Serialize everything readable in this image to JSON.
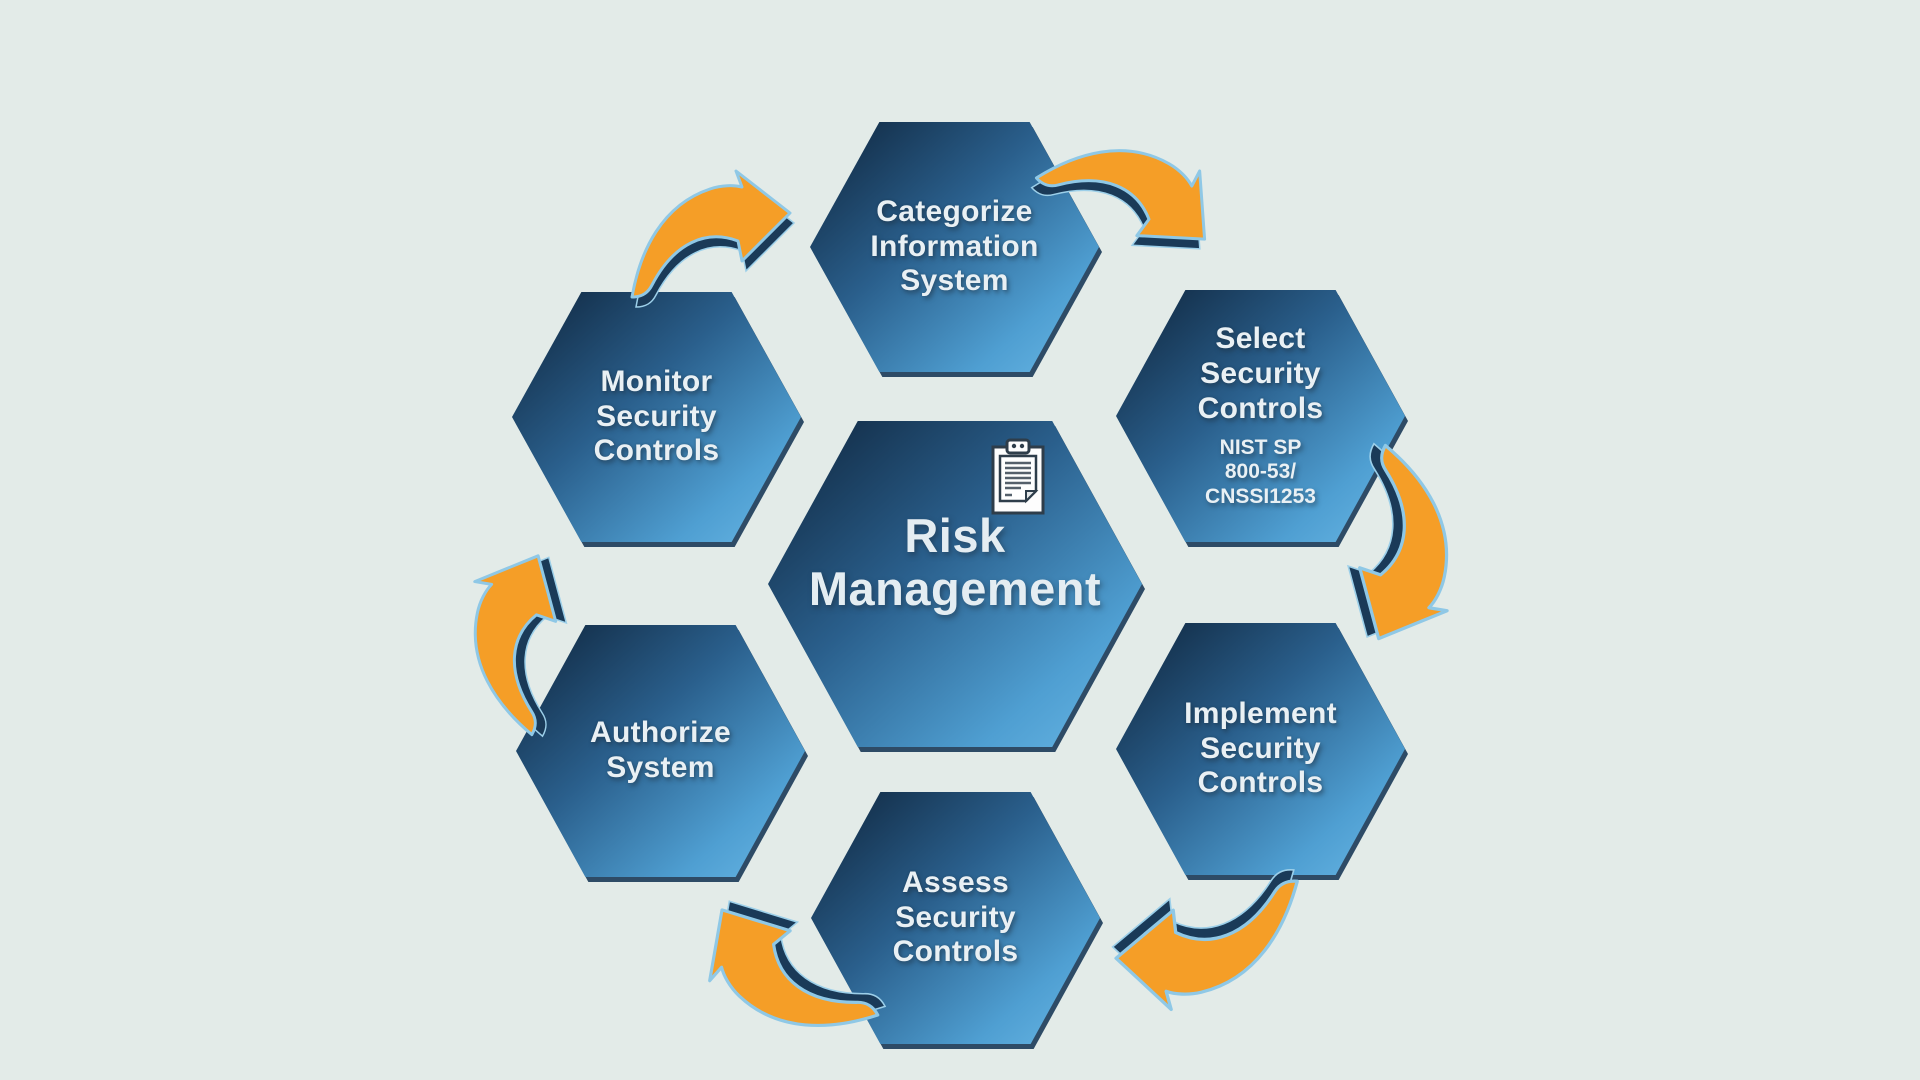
{
  "title": "Risk Management cycle diagram",
  "background_color": "#e3ebe8",
  "colors": {
    "hexagon_gradient_dark": "#122c46",
    "hexagon_gradient_light": "#6ab8e6",
    "arrow_orange": "#f59e27",
    "arrow_outline_blue": "#8fc8e6",
    "shadow_navy": "#1a3a58",
    "label_text": "#e9f0f4"
  },
  "hub": {
    "label": "Risk\nManagement",
    "icon": "clipboard-icon"
  },
  "steps": [
    {
      "id": "categorize",
      "label": "Categorize\nInformation\nSystem"
    },
    {
      "id": "select",
      "label": "Select\nSecurity\nControls",
      "sublabel": "NIST SP\n800-53/\nCNSSI1253"
    },
    {
      "id": "implement",
      "label": "Implement\nSecurity\nControls"
    },
    {
      "id": "assess",
      "label": "Assess\nSecurity\nControls"
    },
    {
      "id": "authorize",
      "label": "Authorize\nSystem"
    },
    {
      "id": "monitor",
      "label": "Monitor\nSecurity\nControls"
    }
  ],
  "arrows": [
    {
      "from": "monitor",
      "to": "categorize"
    },
    {
      "from": "categorize",
      "to": "select"
    },
    {
      "from": "select",
      "to": "implement"
    },
    {
      "from": "implement",
      "to": "assess"
    },
    {
      "from": "assess",
      "to": "authorize"
    },
    {
      "from": "authorize",
      "to": "monitor"
    }
  ]
}
